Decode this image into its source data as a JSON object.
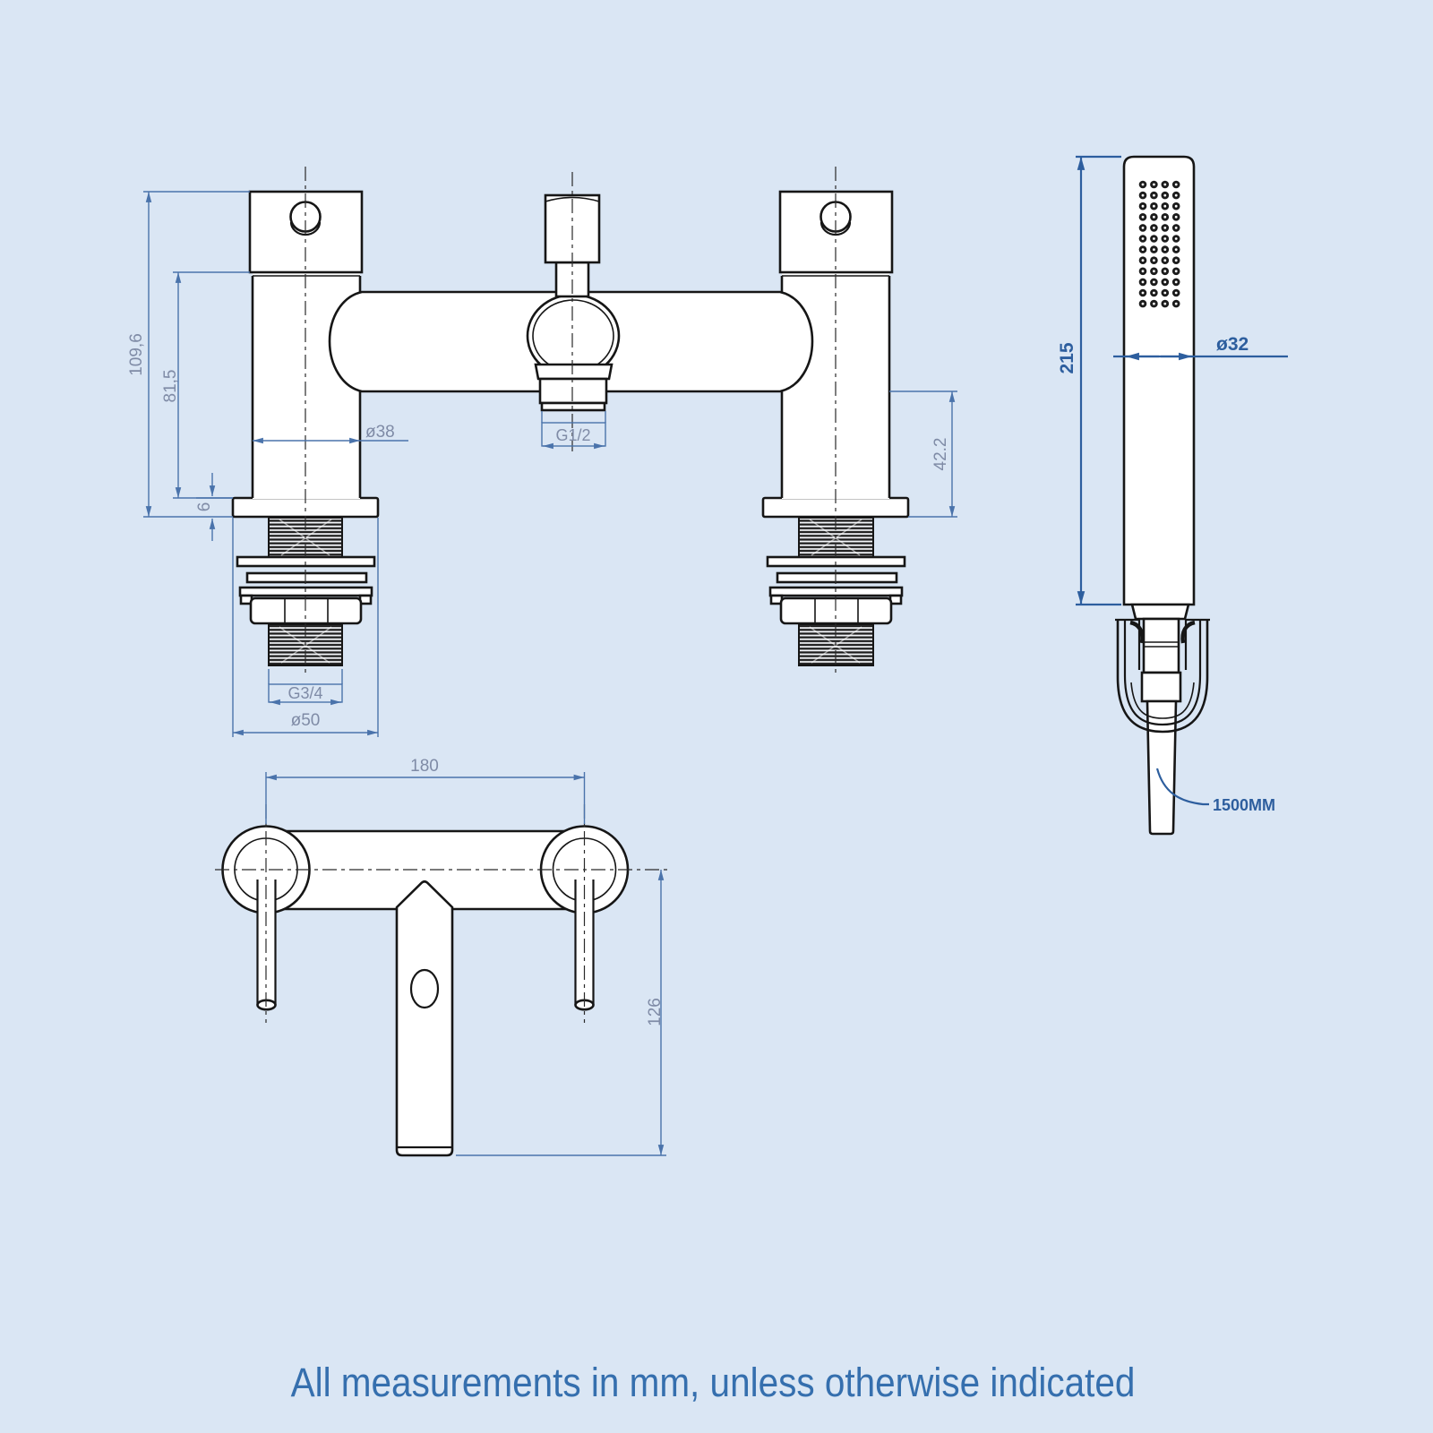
{
  "note": "All measurements in mm, unless otherwise indicated",
  "front_view": {
    "dim_total_height": "109,6",
    "dim_body_height": "81,5",
    "dim_deck_thickness": "6",
    "dim_pillar_diameter": "ø38",
    "dim_outlet_thread": "G1/2",
    "dim_inlet_thread": "G3/4",
    "dim_base_diameter": "ø50",
    "dim_body_to_deck": "42.2"
  },
  "plan_view": {
    "dim_tap_centres": "180",
    "dim_spout_reach": "126"
  },
  "handset_view": {
    "dim_handset_length": "215",
    "dim_handset_diameter": "ø32",
    "hose_length_label": "1500MM"
  },
  "colors": {
    "background": "#dae6f4",
    "line_black": "#161616",
    "dimension_blue": "#4a73ab",
    "dimension_text_gray": "#7f8ba6",
    "handset_dimension_blue": "#2d5e9e",
    "note_blue": "#356fae"
  }
}
